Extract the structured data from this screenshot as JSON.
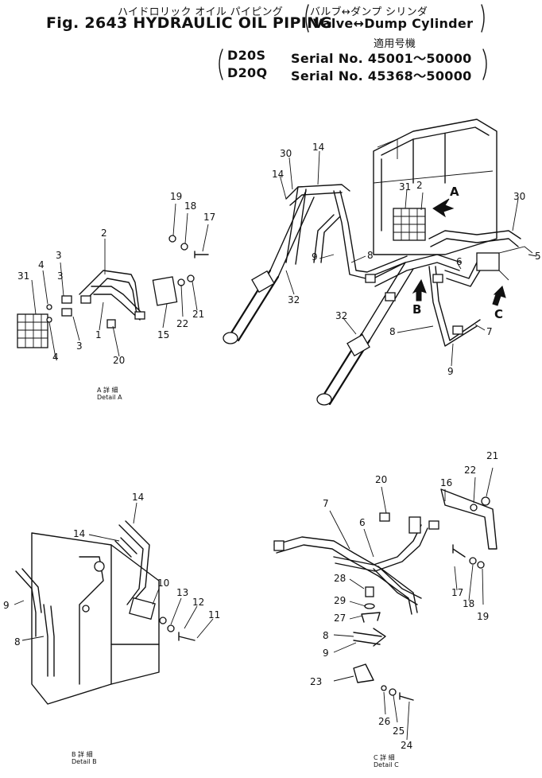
{
  "header": {
    "jp_title": "ハイドロリック オイル パイピング",
    "fig_title": "Fig. 2643 HYDRAULIC OIL PIPING",
    "jp_sub": "バルブ↔ダンプ シリンダ",
    "en_sub": "Valve↔Dump Cylinder",
    "jp_applicable": "適用号機",
    "models": [
      {
        "model": "D20S",
        "serial": "Serial No. 45001～50000"
      },
      {
        "model": "D20Q",
        "serial": "Serial No. 45368～50000"
      }
    ]
  },
  "view_markers": [
    "A",
    "B",
    "C"
  ],
  "captions": [
    {
      "jp": "A 詳 細",
      "en": "Detail A"
    },
    {
      "jp": "B 詳 細",
      "en": "Detail B"
    },
    {
      "jp": "C 詳 細",
      "en": "Detail C"
    }
  ],
  "part_labels": {
    "main": [
      "30",
      "14",
      "14",
      "31",
      "2",
      "30",
      "9",
      "8",
      "32",
      "32",
      "8",
      "6",
      "7",
      "9",
      "5"
    ],
    "detail_a": [
      "19",
      "18",
      "17",
      "2",
      "3",
      "31",
      "4",
      "3",
      "4",
      "3",
      "1",
      "15",
      "22",
      "21",
      "20"
    ],
    "detail_b": [
      "14",
      "14",
      "10",
      "13",
      "12",
      "11",
      "9",
      "8"
    ],
    "detail_c": [
      "20",
      "16",
      "22",
      "21",
      "7",
      "6",
      "28",
      "17",
      "18",
      "19",
      "29",
      "27",
      "8",
      "9",
      "23",
      "26",
      "25",
      "24"
    ]
  }
}
